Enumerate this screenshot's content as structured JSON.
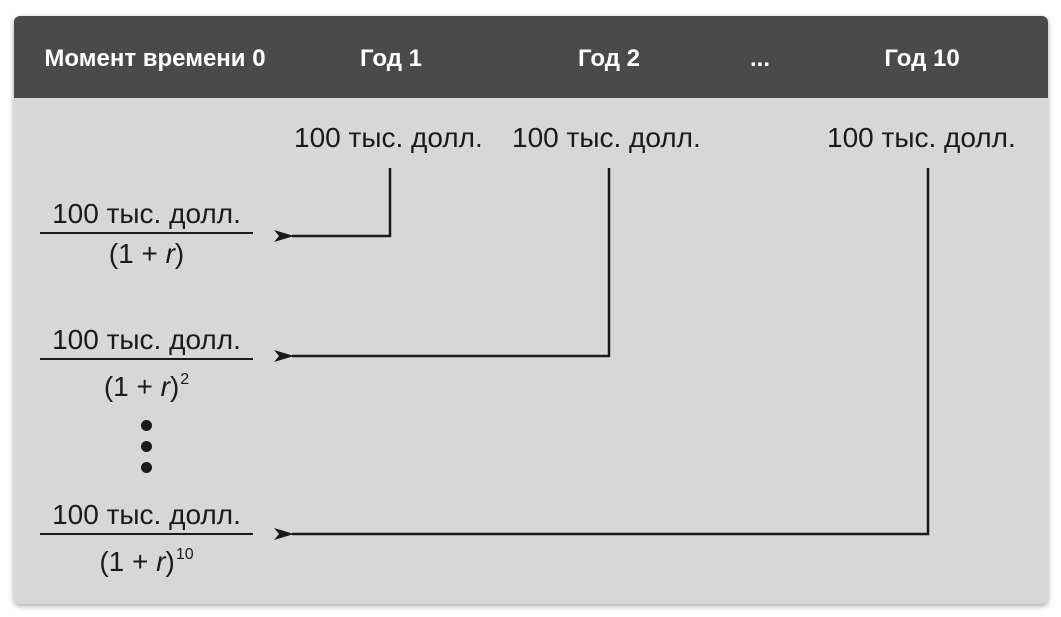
{
  "header": {
    "moment": "Момент времени 0",
    "year1": "Год 1",
    "year2": "Год 2",
    "ellipsis": "...",
    "year10": "Год 10"
  },
  "cash_flows": {
    "year1": "100 тыс. долл.",
    "year2": "100 тыс. долл.",
    "year10": "100 тыс. долл."
  },
  "present_values": [
    {
      "numerator": "100 тыс. долл.",
      "den_open": "(1 + ",
      "den_var": "r",
      "den_close": ")",
      "exponent": ""
    },
    {
      "numerator": "100 тыс. долл.",
      "den_open": "(1 + ",
      "den_var": "r",
      "den_close": ")",
      "exponent": "2"
    },
    {
      "numerator": "100 тыс. долл.",
      "den_open": "(1 + ",
      "den_var": "r",
      "den_close": ")",
      "exponent": "10"
    }
  ]
}
